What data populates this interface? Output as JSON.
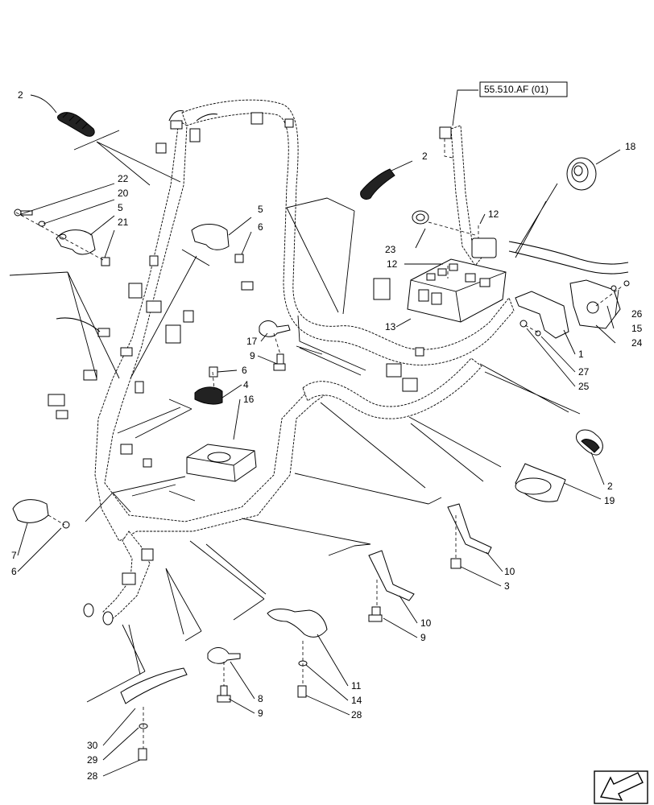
{
  "reference_label": "55.510.AF (01)",
  "callouts": {
    "c2a": "2",
    "c22": "22",
    "c20": "20",
    "c5a": "5",
    "c21": "21",
    "c5b": "5",
    "c6a": "6",
    "c2b": "2",
    "c18": "18",
    "c12a": "12",
    "c23": "23",
    "c12b": "12",
    "c13": "13",
    "c26": "26",
    "c15": "15",
    "c24": "24",
    "c1": "1",
    "c27": "27",
    "c25": "25",
    "c17": "17",
    "c9a": "9",
    "c6b": "6",
    "c4": "4",
    "c16": "16",
    "c2c": "2",
    "c19": "19",
    "c7": "7",
    "c6c": "6",
    "c10a": "10",
    "c3": "3",
    "c10b": "10",
    "c9b": "9",
    "c11": "11",
    "c14": "14",
    "c28a": "28",
    "c8": "8",
    "c9c": "9",
    "c30": "30",
    "c29": "29",
    "c28b": "28"
  },
  "icons": {
    "nav": "arrow-icon"
  }
}
